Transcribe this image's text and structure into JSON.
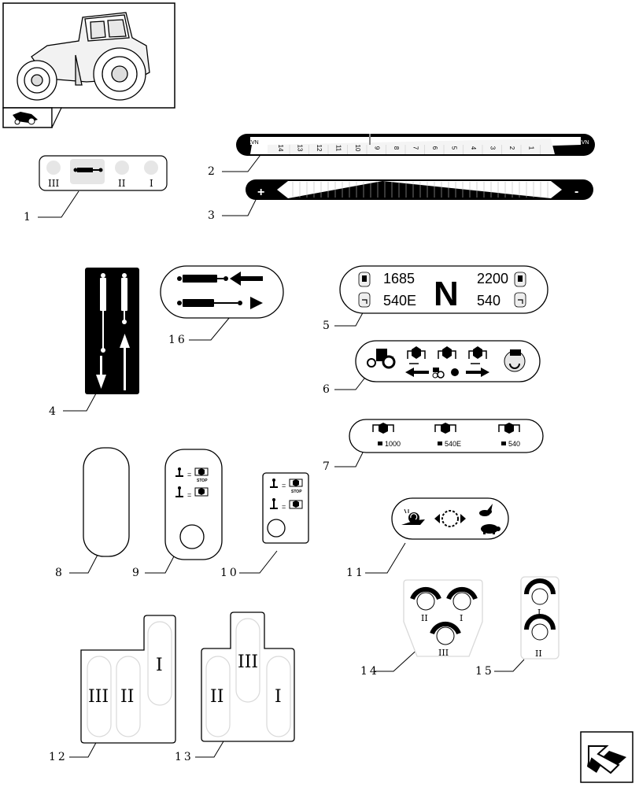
{
  "callouts": {
    "c1": "1",
    "c2": "2",
    "c3": "3",
    "c4": "4",
    "c5": "5",
    "c6": "6",
    "c7": "7",
    "c8": "8",
    "c9": "9",
    "c10": "10",
    "c11": "11",
    "c12": "12",
    "c13": "13",
    "c14": "14",
    "c15": "15",
    "c16": "16"
  },
  "decal1": {
    "labels": [
      "III",
      "II",
      "I"
    ]
  },
  "decal2": {
    "left_label": "- XVN",
    "right_label": "+ XVN",
    "scale": [
      "14",
      "13",
      "12",
      "11",
      "10",
      "9",
      "8",
      "7",
      "6",
      "5",
      "4",
      "3",
      "2",
      "1"
    ]
  },
  "decal3": {
    "plus": "+",
    "minus": "-"
  },
  "decal5": {
    "top_left": "1685",
    "bottom_left": "540E",
    "center": "N",
    "top_right": "2200",
    "bottom_right": "540"
  },
  "decal7": {
    "labels": [
      "1000",
      "540E",
      "540"
    ]
  },
  "decal9": {
    "stop": "STOP"
  },
  "decal10": {
    "stop": "STOP"
  },
  "decal12": {
    "labels": [
      "III",
      "II",
      "I"
    ]
  },
  "decal13": {
    "labels": [
      "II",
      "III",
      "I"
    ]
  },
  "decal14": {
    "labels": [
      "II",
      "I",
      "III"
    ]
  },
  "decal15": {
    "labels": [
      "I",
      "II"
    ]
  },
  "colors": {
    "ink": "#000000",
    "paper": "#ffffff",
    "light_grey": "#d9d9d9"
  },
  "icons": {
    "corner_top": "tractor-view-icon",
    "corner_bottom": "next-page-arrow-icon"
  }
}
